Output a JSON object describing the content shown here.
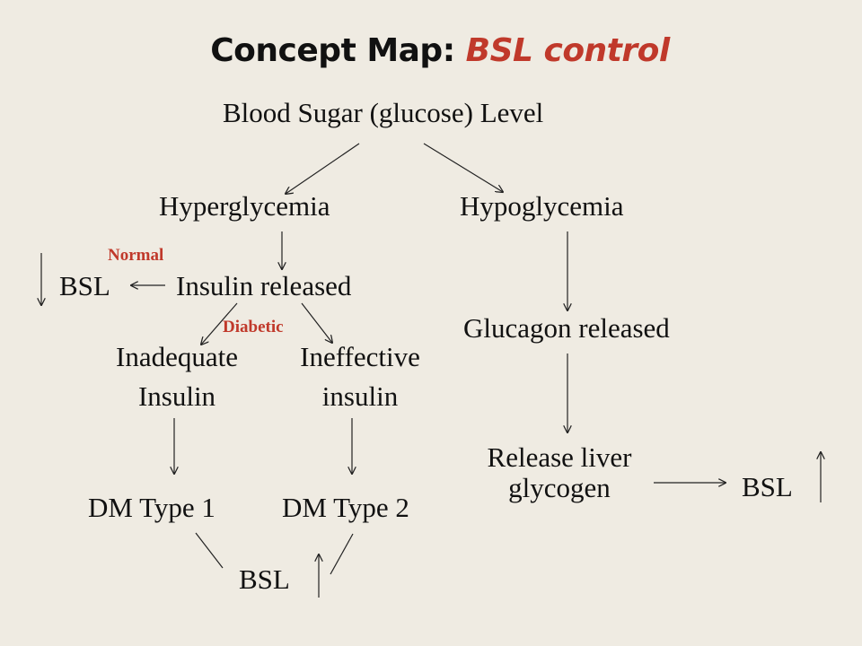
{
  "title": {
    "prefix": "Concept Map: ",
    "accent": "BSL control",
    "accent_color": "#c0392b"
  },
  "nodes": {
    "root": "Blood Sugar (glucose) Level",
    "hyper": "Hyperglycemia",
    "hypo": "Hypoglycemia",
    "insulin_released": "Insulin released",
    "bsl_normal": "BSL",
    "inadequate": [
      "Inadequate",
      "Insulin"
    ],
    "ineffective": [
      "Ineffective",
      "insulin"
    ],
    "dm1": "DM Type 1",
    "dm2": "DM Type 2",
    "bsl_diabetic": "BSL",
    "glucagon": "Glucagon released",
    "liver": [
      "Release liver",
      "glycogen"
    ],
    "bsl_hypo": "BSL"
  },
  "tags": {
    "normal": "Normal",
    "diabetic": "Diabetic"
  },
  "colors": {
    "background": "#efebe2",
    "text": "#111111",
    "accent": "#c0392b"
  },
  "icons": {
    "decrease": "down-arrow-icon",
    "increase": "up-arrow-icon"
  }
}
